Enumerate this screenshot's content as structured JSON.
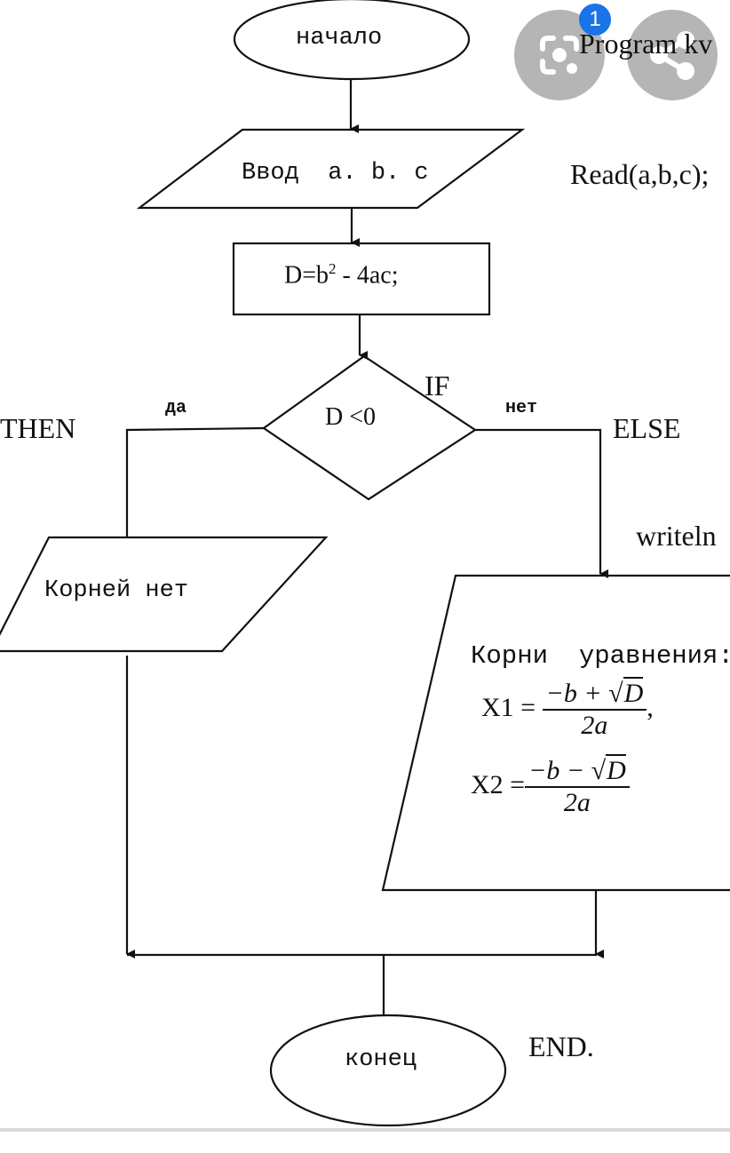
{
  "flowchart": {
    "start": "начало",
    "input": "Ввод  a. b. c",
    "process": {
      "prefix": "D=b",
      "exp": "2",
      "suffix": " - 4ac;"
    },
    "decision": "D <0",
    "yes_label": "да",
    "no_label": "нет",
    "no_roots": "Корней нет",
    "roots_title": "Корни  уравнения:",
    "x1": {
      "lhs": "X1 = ",
      "num_prefix": "−b + ",
      "num_sqrt_sign": "√",
      "num_sqrt_arg": "D",
      "den": "2a",
      "trail": ","
    },
    "x2": {
      "lhs": "X2 =",
      "num_prefix": "−b − ",
      "num_sqrt_sign": "√",
      "num_sqrt_arg": "D",
      "den": "2a"
    },
    "end": "конец"
  },
  "code_annotations": {
    "program": "Program kv",
    "read": "Read(a,b,c);",
    "if": "IF",
    "then": "THEN",
    "else": "ELSE",
    "writeln": "writeln",
    "end": "END."
  },
  "overlay": {
    "lens_button": {
      "icon": "lens-icon",
      "badge": "1"
    },
    "share_button": {
      "icon": "share-icon"
    }
  },
  "colors": {
    "line": "#111111",
    "fab": "#b3b3b3",
    "badge": "#1a73e8",
    "divider": "#d9d9d9"
  }
}
